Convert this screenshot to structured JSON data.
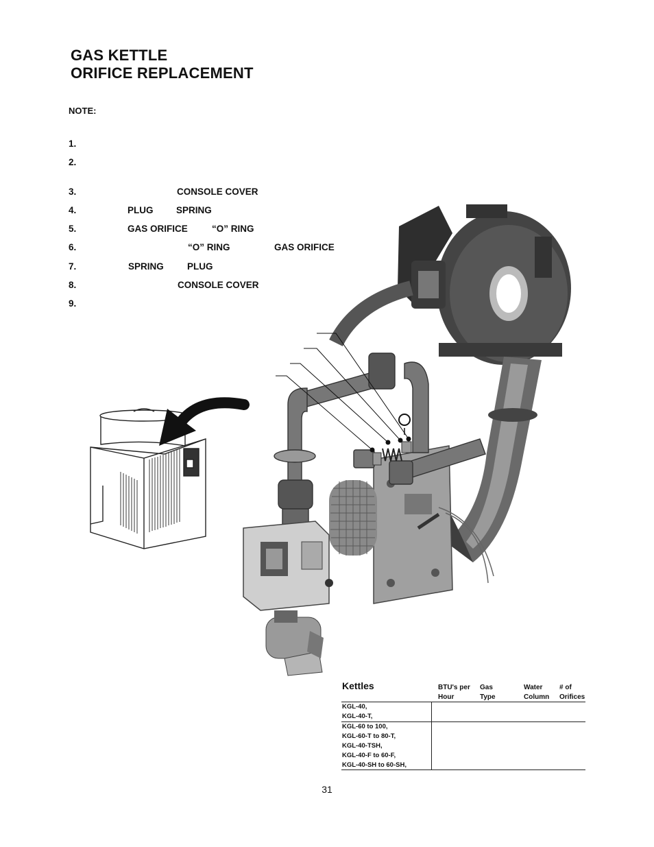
{
  "title_lines": [
    "GAS KETTLE",
    "ORIFICE REPLACEMENT"
  ],
  "note_label": "NOTE:",
  "steps": [
    {
      "number": "1.",
      "keywords": []
    },
    {
      "number": "2.",
      "keywords": []
    },
    {
      "number": "3.",
      "keywords": [
        "CONSOLE COVER"
      ]
    },
    {
      "number": "4.",
      "keywords": [
        "PLUG",
        "SPRING"
      ]
    },
    {
      "number": "5.",
      "keywords": [
        "GAS ORIFICE",
        "“O” RING"
      ]
    },
    {
      "number": "6.",
      "keywords": [
        "“O” RING",
        "GAS ORIFICE"
      ]
    },
    {
      "number": "7.",
      "keywords": [
        "SPRING",
        "PLUG"
      ]
    },
    {
      "number": "8.",
      "keywords": [
        "CONSOLE COVER"
      ]
    },
    {
      "number": "9.",
      "keywords": []
    }
  ],
  "table": {
    "title": "Kettles",
    "columns": [
      {
        "line1": "BTU's per",
        "line2": "Hour"
      },
      {
        "line1": "Gas",
        "line2": "Type"
      },
      {
        "line1": "Water",
        "line2": "Column"
      },
      {
        "line1": "# of",
        "line2": "Orifices"
      }
    ],
    "row_groups": [
      [
        "KGL-40,",
        "KGL-40-T,"
      ],
      [
        "KGL-60 to 100,",
        "KGL-60-T to 80-T,",
        "KGL-40-TSH,",
        "KGL-40-F to 60-F,",
        "KGL-40-SH to 60-SH,"
      ]
    ]
  },
  "page_number": "31"
}
